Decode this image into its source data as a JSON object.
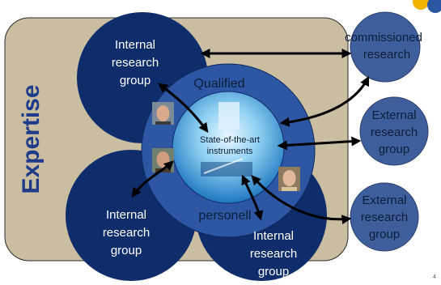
{
  "expertise_label": "Expertise",
  "internal_group_top": [
    "Internal",
    "research",
    "group"
  ],
  "internal_group_bottom_left": [
    "Internal",
    "research",
    "group"
  ],
  "internal_group_bottom_right": [
    "Internal",
    "research",
    "group"
  ],
  "qualified_label": "Qualified",
  "personnel_label": "personell",
  "instruments_label": [
    "State-of-the-art",
    "instruments"
  ],
  "commissioned_research": [
    "commissioned",
    "research"
  ],
  "external_group_1": [
    "External",
    "research",
    "group"
  ],
  "external_group_2": [
    "External",
    "research",
    "group"
  ],
  "page_number": "4",
  "colors": {
    "expertise_box": "#c9bea1",
    "dark_circle": "#0f2d6b",
    "mid_circle": "#2d56a3",
    "inner_circle": "#3d9bd8",
    "external_circle": "#3f5f9c"
  }
}
